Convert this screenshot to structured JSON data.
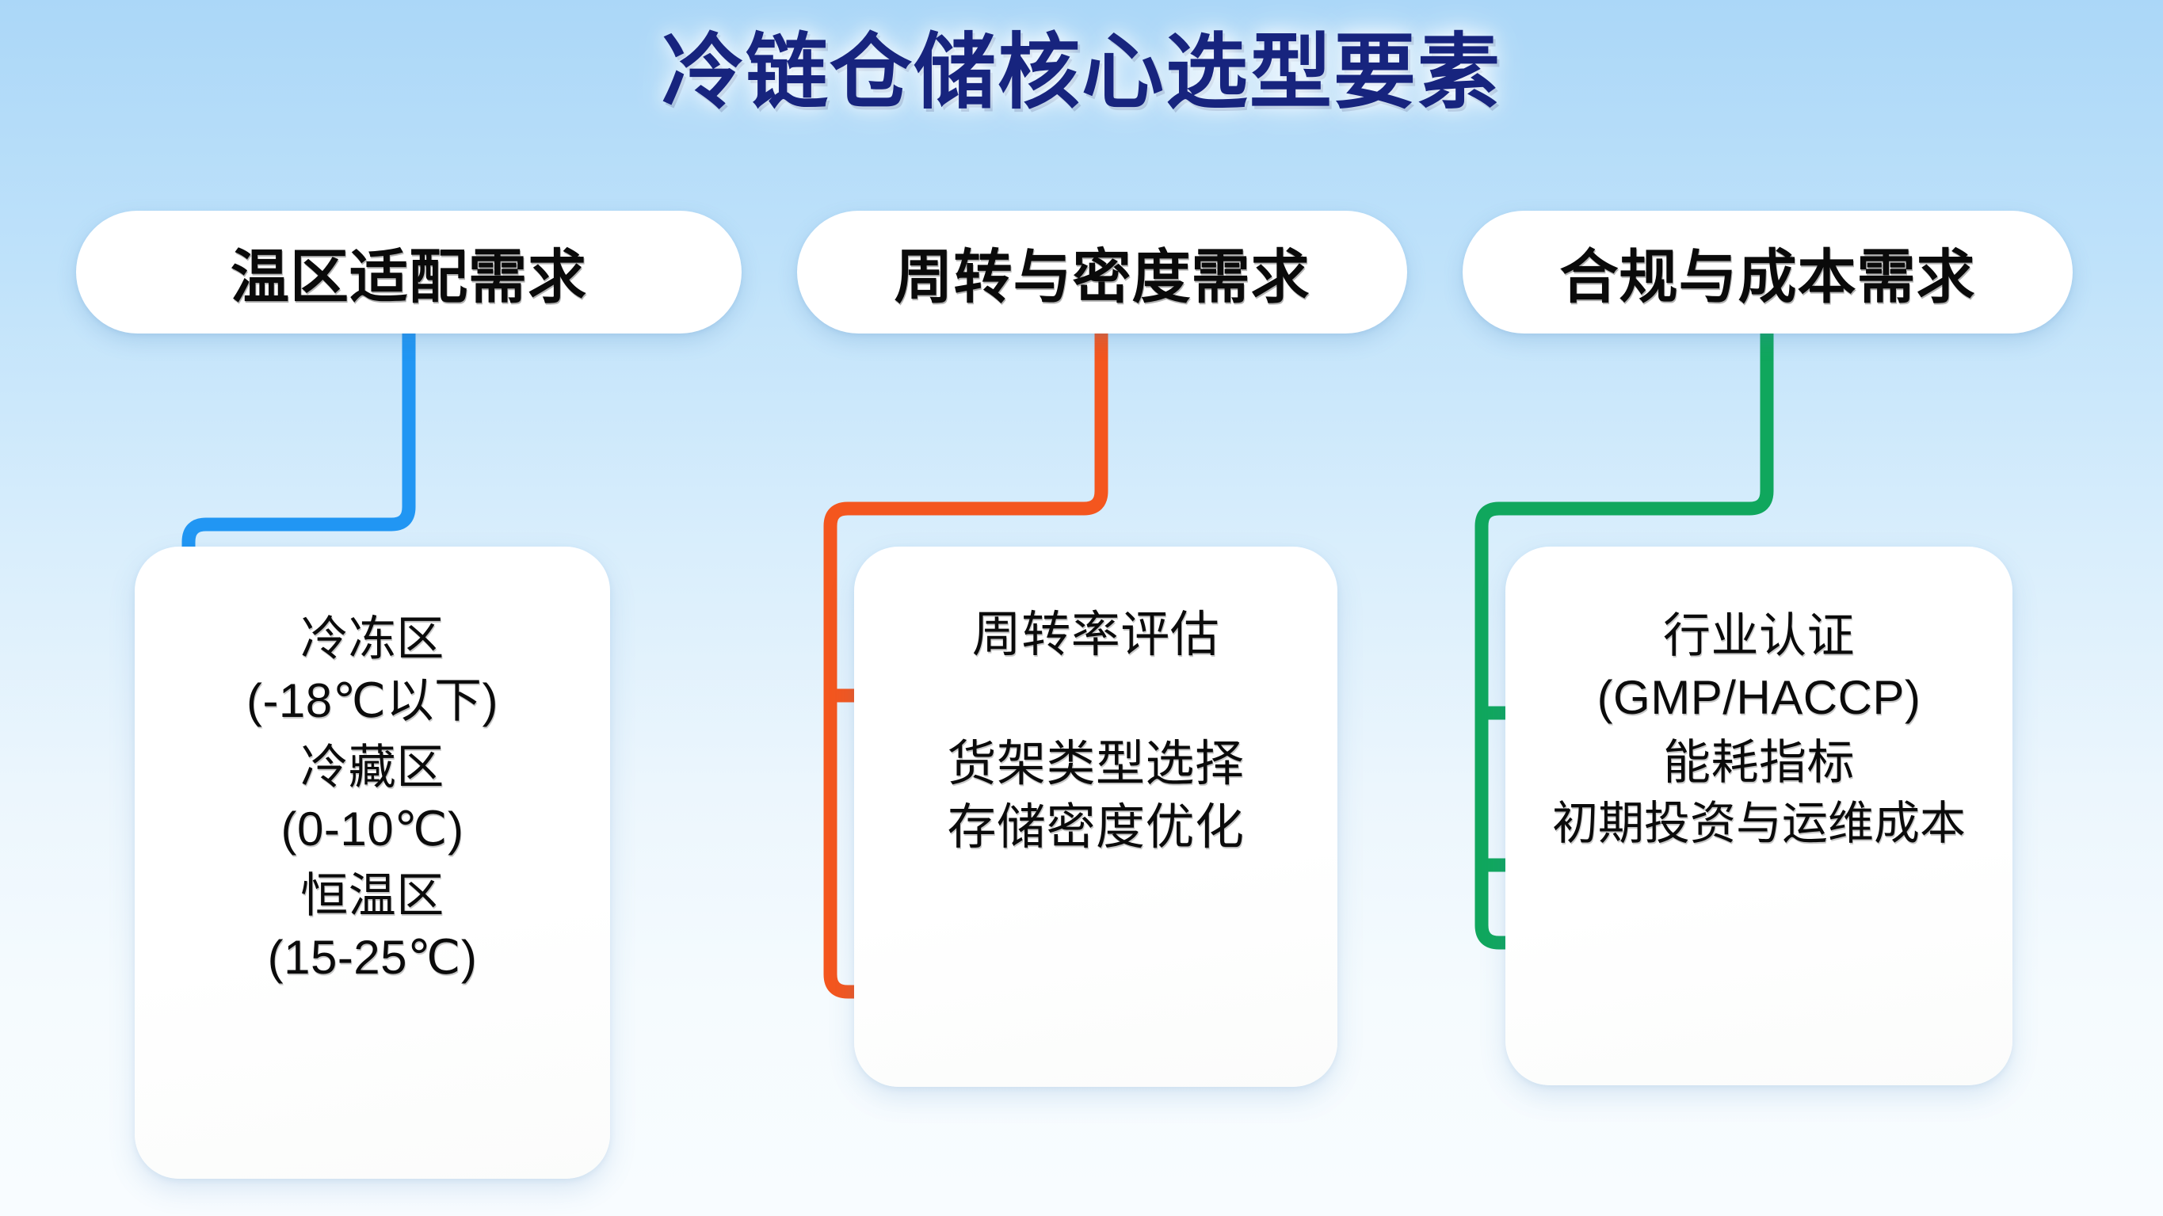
{
  "title": "冷链仓储核心选型要素",
  "theme": {
    "background_top": "#abd7f8",
    "background_bottom": "#f8fcff",
    "title_color": "#17247e",
    "card_background": "#ffffff",
    "text_color": "#0b0b0b"
  },
  "branches": [
    {
      "id": "temperature",
      "header": "温区适配需求",
      "connector_color": "#2196f3",
      "items": [
        {
          "line1": "冷冻区",
          "line2": "(-18℃以下)"
        },
        {
          "line1": "冷藏区",
          "line2": "(0-10℃)"
        },
        {
          "line1": "恒温区",
          "line2": "(15-25℃)"
        }
      ]
    },
    {
      "id": "throughput",
      "header": "周转与密度需求",
      "connector_color": "#f4561e",
      "items": [
        {
          "line1": "周转率评估",
          "line2": ""
        },
        {
          "line1": "货架类型选择",
          "line2": "存储密度优化"
        }
      ]
    },
    {
      "id": "compliance",
      "header": "合规与成本需求",
      "connector_color": "#10a75d",
      "items": [
        {
          "line1": "行业认证",
          "line2": "(GMP/HACCP)"
        },
        {
          "line1": "能耗指标",
          "line2": ""
        },
        {
          "line1": "初期投资与运维成本",
          "line2": ""
        }
      ]
    }
  ]
}
